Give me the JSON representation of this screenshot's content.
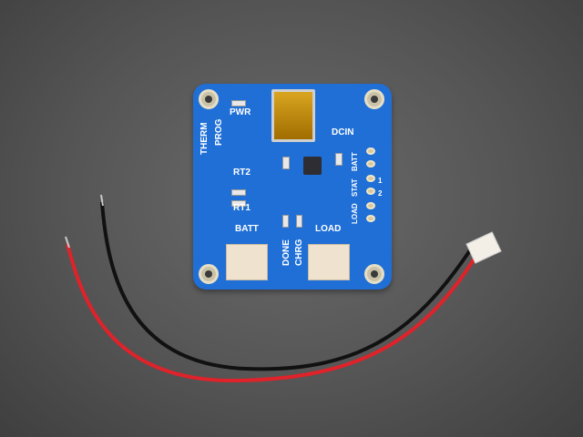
{
  "scene": {
    "description": "Adafruit blue PCB battery charger breakout board with mini USB connector and a red/black JST wire lead on gray background"
  },
  "board": {
    "labels": {
      "pwr": "PWR",
      "dcin": "DCIN",
      "therm": "THERM",
      "prog": "PROG",
      "rt2": "RT2",
      "rt1": "RT1",
      "batt": "BATT",
      "load": "LOAD",
      "done": "DONE",
      "chrg": "CHRG",
      "side_batt": "BATT",
      "side_stat": "STAT",
      "side_load": "LOAD",
      "stat1": "1",
      "stat2": "2",
      "plus": "⊕",
      "minus": "⊖"
    },
    "colors": {
      "pcb": "#1f6fd6",
      "connector": "#efe3cf",
      "usb": "#d9a520",
      "wire_red": "#e0222a",
      "wire_black": "#111111"
    }
  }
}
